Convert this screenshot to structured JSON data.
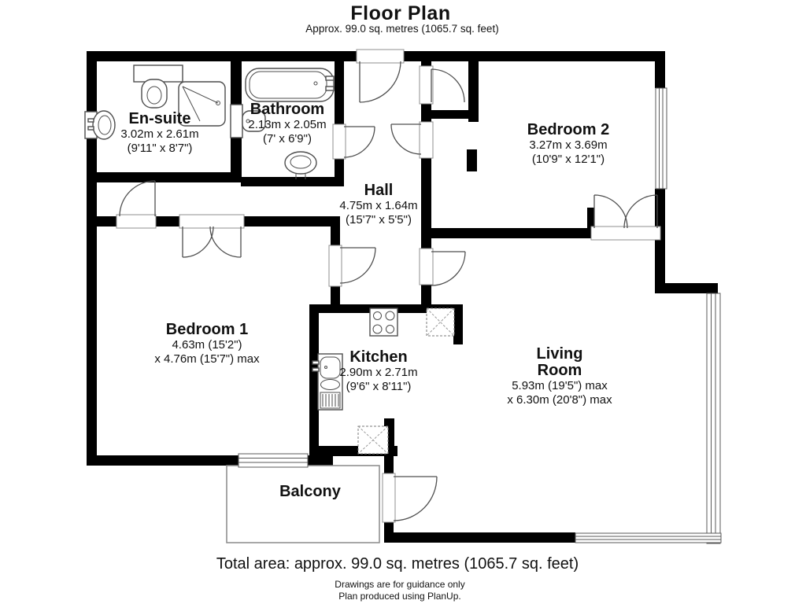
{
  "header": {
    "title": "Floor Plan",
    "subtitle": "Approx. 99.0 sq. metres (1065.7 sq. feet)"
  },
  "rooms": [
    {
      "name": "En-suite",
      "dim1": "3.02m x 2.61m",
      "dim2": "(9'11\" x 8'7\")"
    },
    {
      "name": "Bathroom",
      "dim1": "2.13m x 2.05m",
      "dim2": "(7' x 6'9\")"
    },
    {
      "name": "Bedroom 2",
      "dim1": "3.27m x 3.69m",
      "dim2": "(10'9\" x 12'1\")"
    },
    {
      "name": "Hall",
      "dim1": "4.75m x 1.64m",
      "dim2": "(15'7\" x 5'5\")"
    },
    {
      "name": "Bedroom 1",
      "dim1": "4.63m (15'2\")",
      "dim2": "x 4.76m (15'7\") max"
    },
    {
      "name": "Kitchen",
      "dim1": "2.90m x 2.71m",
      "dim2": "(9'6\" x 8'11\")"
    },
    {
      "name1": "Living",
      "name2": "Room",
      "dim1": "5.93m (19'5\") max",
      "dim2": "x 6.30m (20'8\") max"
    },
    {
      "name": "Balcony"
    }
  ],
  "footer": {
    "total": "Total area: approx. 99.0 sq. metres (1065.7 sq. feet)",
    "note1": "Drawings are for guidance only",
    "note2": "Plan produced using PlanUp."
  },
  "colors": {
    "wall": "#000000",
    "fixture": "#4d4d4d"
  }
}
